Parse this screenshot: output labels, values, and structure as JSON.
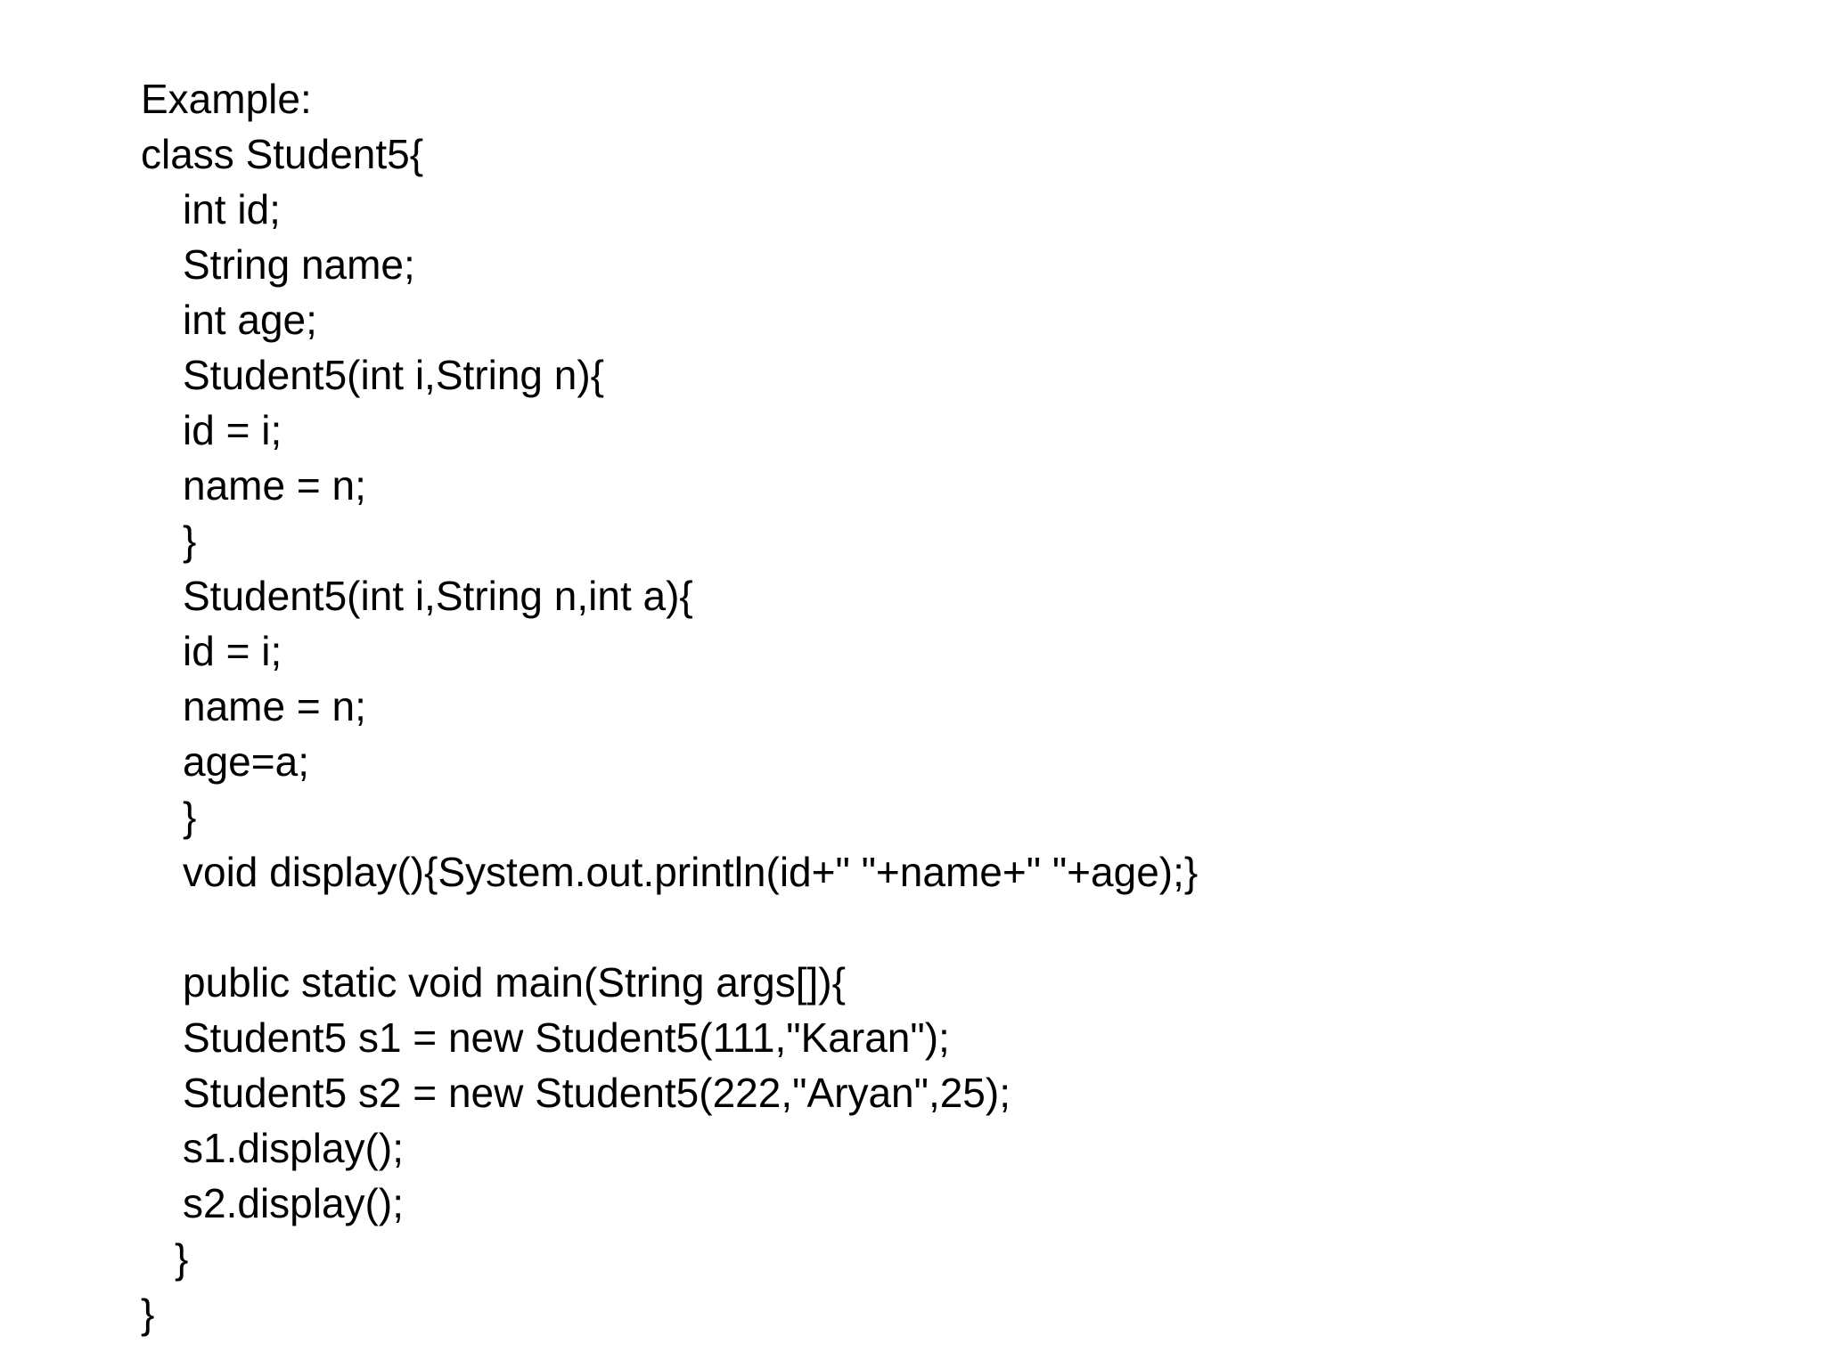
{
  "heading": "Example:",
  "code_lines": [
    "class Student5{",
    "int id;",
    "String name;",
    "int age;",
    "Student5(int i,String n){",
    "id = i;",
    "name = n;",
    "}",
    "Student5(int i,String n,int a){",
    "id = i;",
    "name = n;",
    "age=a;",
    "}",
    "void display(){System.out.println(id+\" \"+name+\" \"+age);}",
    "",
    "public static void main(String args[]){",
    "Student5 s1 = new Student5(111,\"Karan\");",
    "Student5 s2 = new Student5(222,\"Aryan\",25);",
    "s1.display();",
    "s2.display();",
    "}",
    "}"
  ]
}
